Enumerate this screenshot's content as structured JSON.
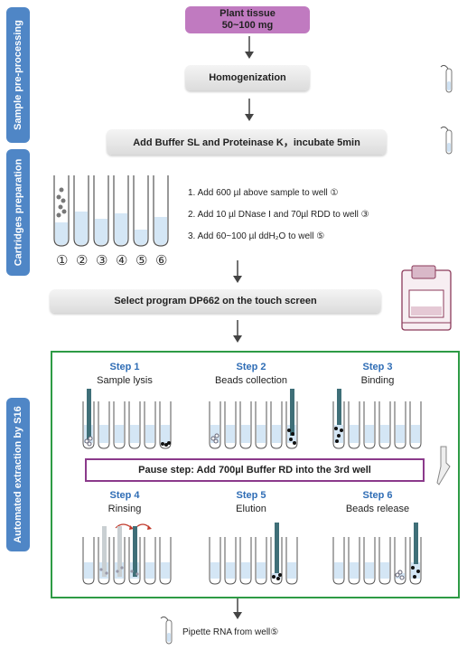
{
  "sections": {
    "pre_processing": "Sample pre-processing",
    "cartridges": "Cartridges preparation",
    "automated": "Automated extraction by S16"
  },
  "flow": {
    "plant_tissue_line1": "Plant tissue",
    "plant_tissue_line2": "50~100 mg",
    "homogenization": "Homogenization",
    "add_buffer": "Add Buffer SL and Proteinase K，incubate 5min",
    "select_program": "Select program DP662 on the touch screen"
  },
  "cartridge": {
    "well_numbers": [
      "①",
      "②",
      "③",
      "④",
      "⑤",
      "⑥"
    ],
    "instructions": [
      "1. Add 600 µl above sample to well ①",
      "2. Add 10 µl DNase I and 70µl RDD to well ③",
      "3. Add 60~100 µl ddH₂O to well ⑤"
    ]
  },
  "steps": [
    {
      "title": "Step 1",
      "desc": "Sample lysis"
    },
    {
      "title": "Step 2",
      "desc": "Beads collection"
    },
    {
      "title": "Step 3",
      "desc": "Binding"
    },
    {
      "title": "Step 4",
      "desc": "Rinsing"
    },
    {
      "title": "Step 5",
      "desc": "Elution"
    },
    {
      "title": "Step 6",
      "desc": "Beads release"
    }
  ],
  "pause_step": "Pause step: Add 700µl Buffer RD into the 3rd well",
  "final": "Pipette RNA from well⑤",
  "colors": {
    "section_label": "#4f86c6",
    "plant_box": "#c07ac0",
    "frame": "#2e9b45",
    "step_title": "#2f6db5",
    "pause_border": "#8b3a8b",
    "liquid": "#d4e6f5",
    "magnet_rod": "#3f6f78"
  }
}
